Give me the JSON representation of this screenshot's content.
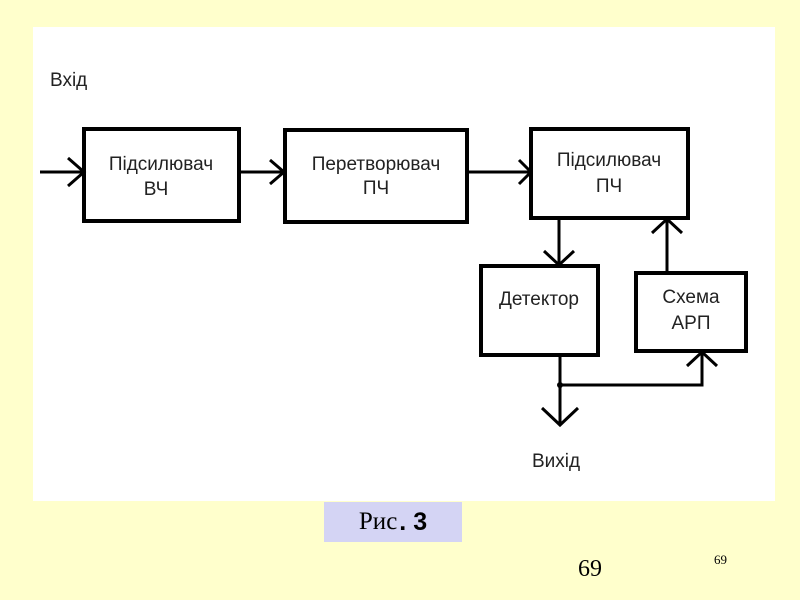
{
  "diagram": {
    "input_label": "Вхід",
    "output_label": "Вихід",
    "blocks": [
      {
        "id": "rf-amp",
        "line1": "Підсилювач",
        "line2": "ВЧ"
      },
      {
        "id": "if-converter",
        "line1": "Перетворювач",
        "line2": "ПЧ"
      },
      {
        "id": "if-amp",
        "line1": "Підсилювач",
        "line2": "ПЧ"
      },
      {
        "id": "detector",
        "line1": "Детектор",
        "line2": ""
      },
      {
        "id": "agc",
        "line1": "Схема",
        "line2": "АРП"
      }
    ],
    "connections": [
      {
        "from": "input",
        "to": "rf-amp"
      },
      {
        "from": "rf-amp",
        "to": "if-converter"
      },
      {
        "from": "if-converter",
        "to": "if-amp"
      },
      {
        "from": "if-amp",
        "to": "detector"
      },
      {
        "from": "detector",
        "to": "output"
      },
      {
        "from": "detector",
        "to": "agc"
      },
      {
        "from": "agc",
        "to": "if-amp"
      }
    ]
  },
  "caption": {
    "prefix": "Рис",
    "number": ". 3"
  },
  "page_number": "69",
  "slide_number": "69"
}
